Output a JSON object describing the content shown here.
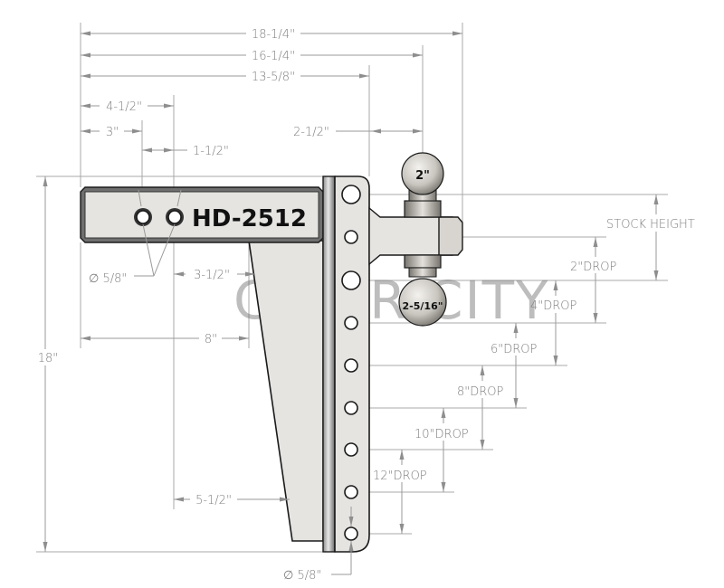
{
  "drawing": {
    "model_label": "HD-2512",
    "watermark": "CIGAR CITY",
    "colors": {
      "part_fill": "#e6e4e1",
      "outline": "#1a1a1a",
      "dimension": "#9a9a9a",
      "dimension_text": "#7c7c7c"
    }
  },
  "horizontal_dimensions": {
    "overall_length": "18-1/4\"",
    "to_ball_center": "16-1/4\"",
    "to_post_face": "13-5/8\"",
    "to_second_hole": "4-1/2\"",
    "to_first_hole": "3\"",
    "hole_spacing": "1-1/2\"",
    "post_to_ball": "2-1/2\"",
    "shank_to_gusset_top": "3-1/2\"",
    "shank_length": "8\"",
    "gusset_bottom_offset": "5-1/2\""
  },
  "vertical_dimensions": {
    "overall_height": "18\"",
    "stock_height": "STOCK HEIGHT",
    "drops": [
      "2\"DROP",
      "4\"DROP",
      "6\"DROP",
      "8\"DROP",
      "10\"DROP",
      "12\"DROP"
    ]
  },
  "hole_callouts": {
    "shank_pin_holes": "∅ 5/8\"",
    "post_pin_hole": "∅ 5/8\""
  },
  "balls": {
    "top": "2\"",
    "bottom": "2-5/16\""
  }
}
